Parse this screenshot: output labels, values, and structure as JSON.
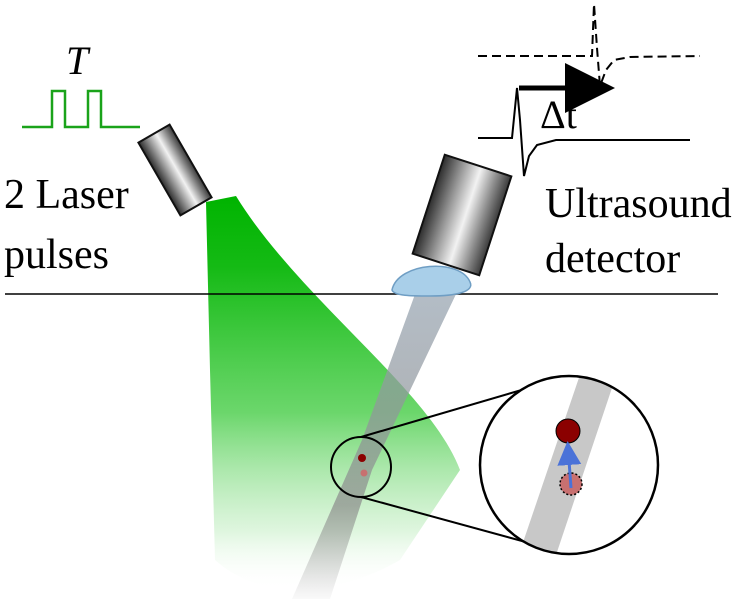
{
  "labels": {
    "period_symbol": "T",
    "laser_line1": "2 Laser",
    "laser_line2": "pulses",
    "detector_line1": "Ultrasound",
    "detector_line2": "detector",
    "delta_t": "Δt"
  },
  "colors": {
    "laser_green": "#00b400",
    "pulse_green": "#1aa31a",
    "gel_blue": "#a9cfe9",
    "absorber_dark_red": "#8b0000",
    "absorber_light_red": "#c87070",
    "motion_arrow": "#4a72d8"
  }
}
